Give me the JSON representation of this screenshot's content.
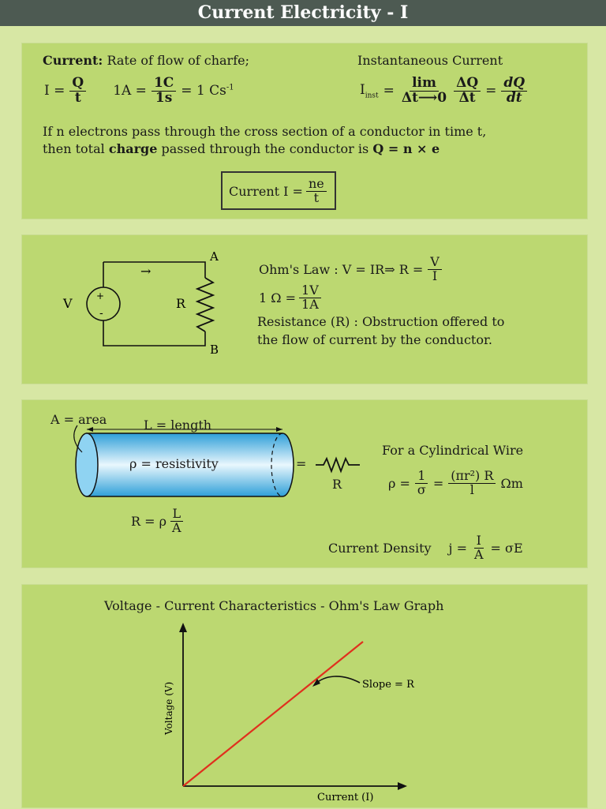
{
  "header": {
    "title": "Current Electricity - I"
  },
  "panel1": {
    "current_label": "Current:",
    "current_def": "Rate of flow of charfe;",
    "instant_label": "Instantaneous Current",
    "eq_I": "I =",
    "eq_Q": "Q",
    "eq_t": "t",
    "eq_1A": "1A =",
    "eq_1C": "1C",
    "eq_1s": "1s",
    "eq_cs": "= 1 Cs",
    "eq_cs_exp": "-1",
    "eq_Iinst": "I",
    "eq_Iinst_sub": "inst",
    "eq_eq": "=",
    "eq_lim": "lim",
    "eq_lim_sub": "Δt⟶0",
    "eq_dQ": "ΔQ",
    "eq_dt": "Δt",
    "eq_eq2": "=",
    "eq_dQ2": "dQ",
    "eq_dt2": "dt",
    "line1": "If n electrons pass through the cross section of a conductor in time t,",
    "line2_pre": "then total ",
    "line2_charge": "charge",
    "line2_mid": " passed through the conductor is ",
    "line2_eq": "Q = n × e",
    "boxed_label": "Current I =",
    "boxed_num": "ne",
    "boxed_den": "t"
  },
  "panel2": {
    "label_A": "A",
    "label_B": "B",
    "label_V": "V",
    "label_R": "R",
    "plus": "+",
    "minus": "-",
    "arrow": "→",
    "ohm_pre": "Ohm's Law : V = IR⇒ R =",
    "ohm_num": "V",
    "ohm_den": "I",
    "unit_pre": "1 Ω =",
    "unit_num": "1V",
    "unit_den": "1A",
    "res_line1": "Resistance (R) : Obstruction offered to",
    "res_line2": "the flow of current by the conductor."
  },
  "panel3": {
    "area_label": "A = area",
    "length_label": "L = length",
    "rho_label": "ρ = resistivity",
    "equals": "=",
    "R_label": "R",
    "formula_pre": "R = ρ",
    "formula_num": "L",
    "formula_den": "A",
    "cyl_title": "For a Cylindrical Wire",
    "rho_eq": "ρ =",
    "one": "1",
    "sigma": "σ",
    "eq": "=",
    "pir2": "(πr²) R",
    "l": "l",
    "ohm_m": "Ωm",
    "density_label": "Current Density",
    "j_pre": "j =",
    "j_num": "I",
    "j_den": "A",
    "j_post": "= σE"
  },
  "panel4": {
    "title": "Voltage - Current Characteristics - Ohm's Law Graph",
    "ylabel": "Voltage (V)",
    "xlabel": "Current (I)",
    "slope_label": "Slope = R"
  },
  "colors": {
    "header": "#4d5a52",
    "panel": "#bcd871",
    "background": "#d7e7a4",
    "graph_line": "#e0301e",
    "cylinder": "#6fc6ee"
  }
}
